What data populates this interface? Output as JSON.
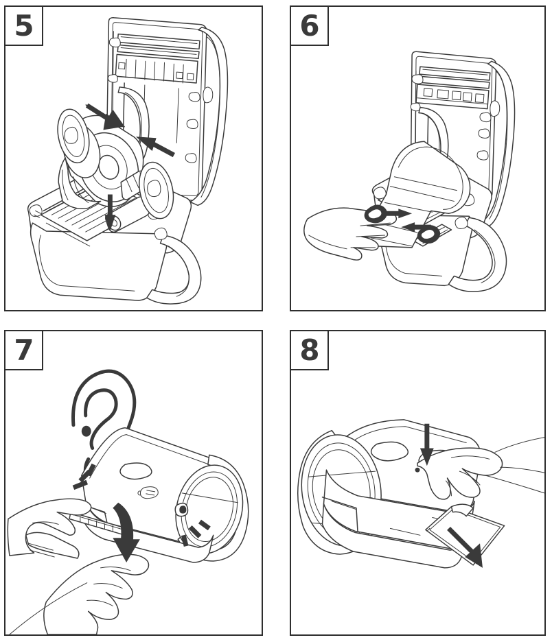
{
  "document": {
    "kind": "instruction-sheet",
    "subject": "label printer loading instructions",
    "panel_count": 4,
    "line_color": "#3a3a3a",
    "background_color": "#ffffff"
  },
  "panels": [
    {
      "id": "panel-5",
      "step_number": "5",
      "position": "top-left",
      "illustration": "label-roll-inserted-into-open-printer",
      "icons": [
        "arrow-left-icon",
        "arrow-right-icon",
        "arrow-down-icon"
      ],
      "description": "Place the label roll on the spool and press the spool guides inward, then lower the roll into the printer bay"
    },
    {
      "id": "panel-6",
      "step_number": "6",
      "position": "top-right",
      "illustration": "hand-adjusting-label-guides-in-open-printer",
      "icons": [
        "arrow-right-icon",
        "arrow-left-icon",
        "hand-icon"
      ],
      "description": "Feed the label through and slide the label guides inward against the label edges"
    },
    {
      "id": "panel-7",
      "step_number": "7",
      "position": "bottom-left",
      "illustration": "two-hands-closing-printer-cover-until-it-clicks",
      "icons": [
        "ear-icon",
        "rotate-down-arrow-icon",
        "click-burst-icon",
        "hand-icon"
      ],
      "description": "Close the printer cover with both hands until you hear it click into place"
    },
    {
      "id": "panel-8",
      "step_number": "8",
      "position": "bottom-right",
      "illustration": "finger-pressing-feed-button-with-label-ejecting",
      "icons": [
        "arrow-down-icon",
        "arrow-diagonal-icon",
        "feed-button-icon",
        "hand-icon"
      ],
      "description": "Press the form feed button on top of the printer to eject a label"
    }
  ]
}
